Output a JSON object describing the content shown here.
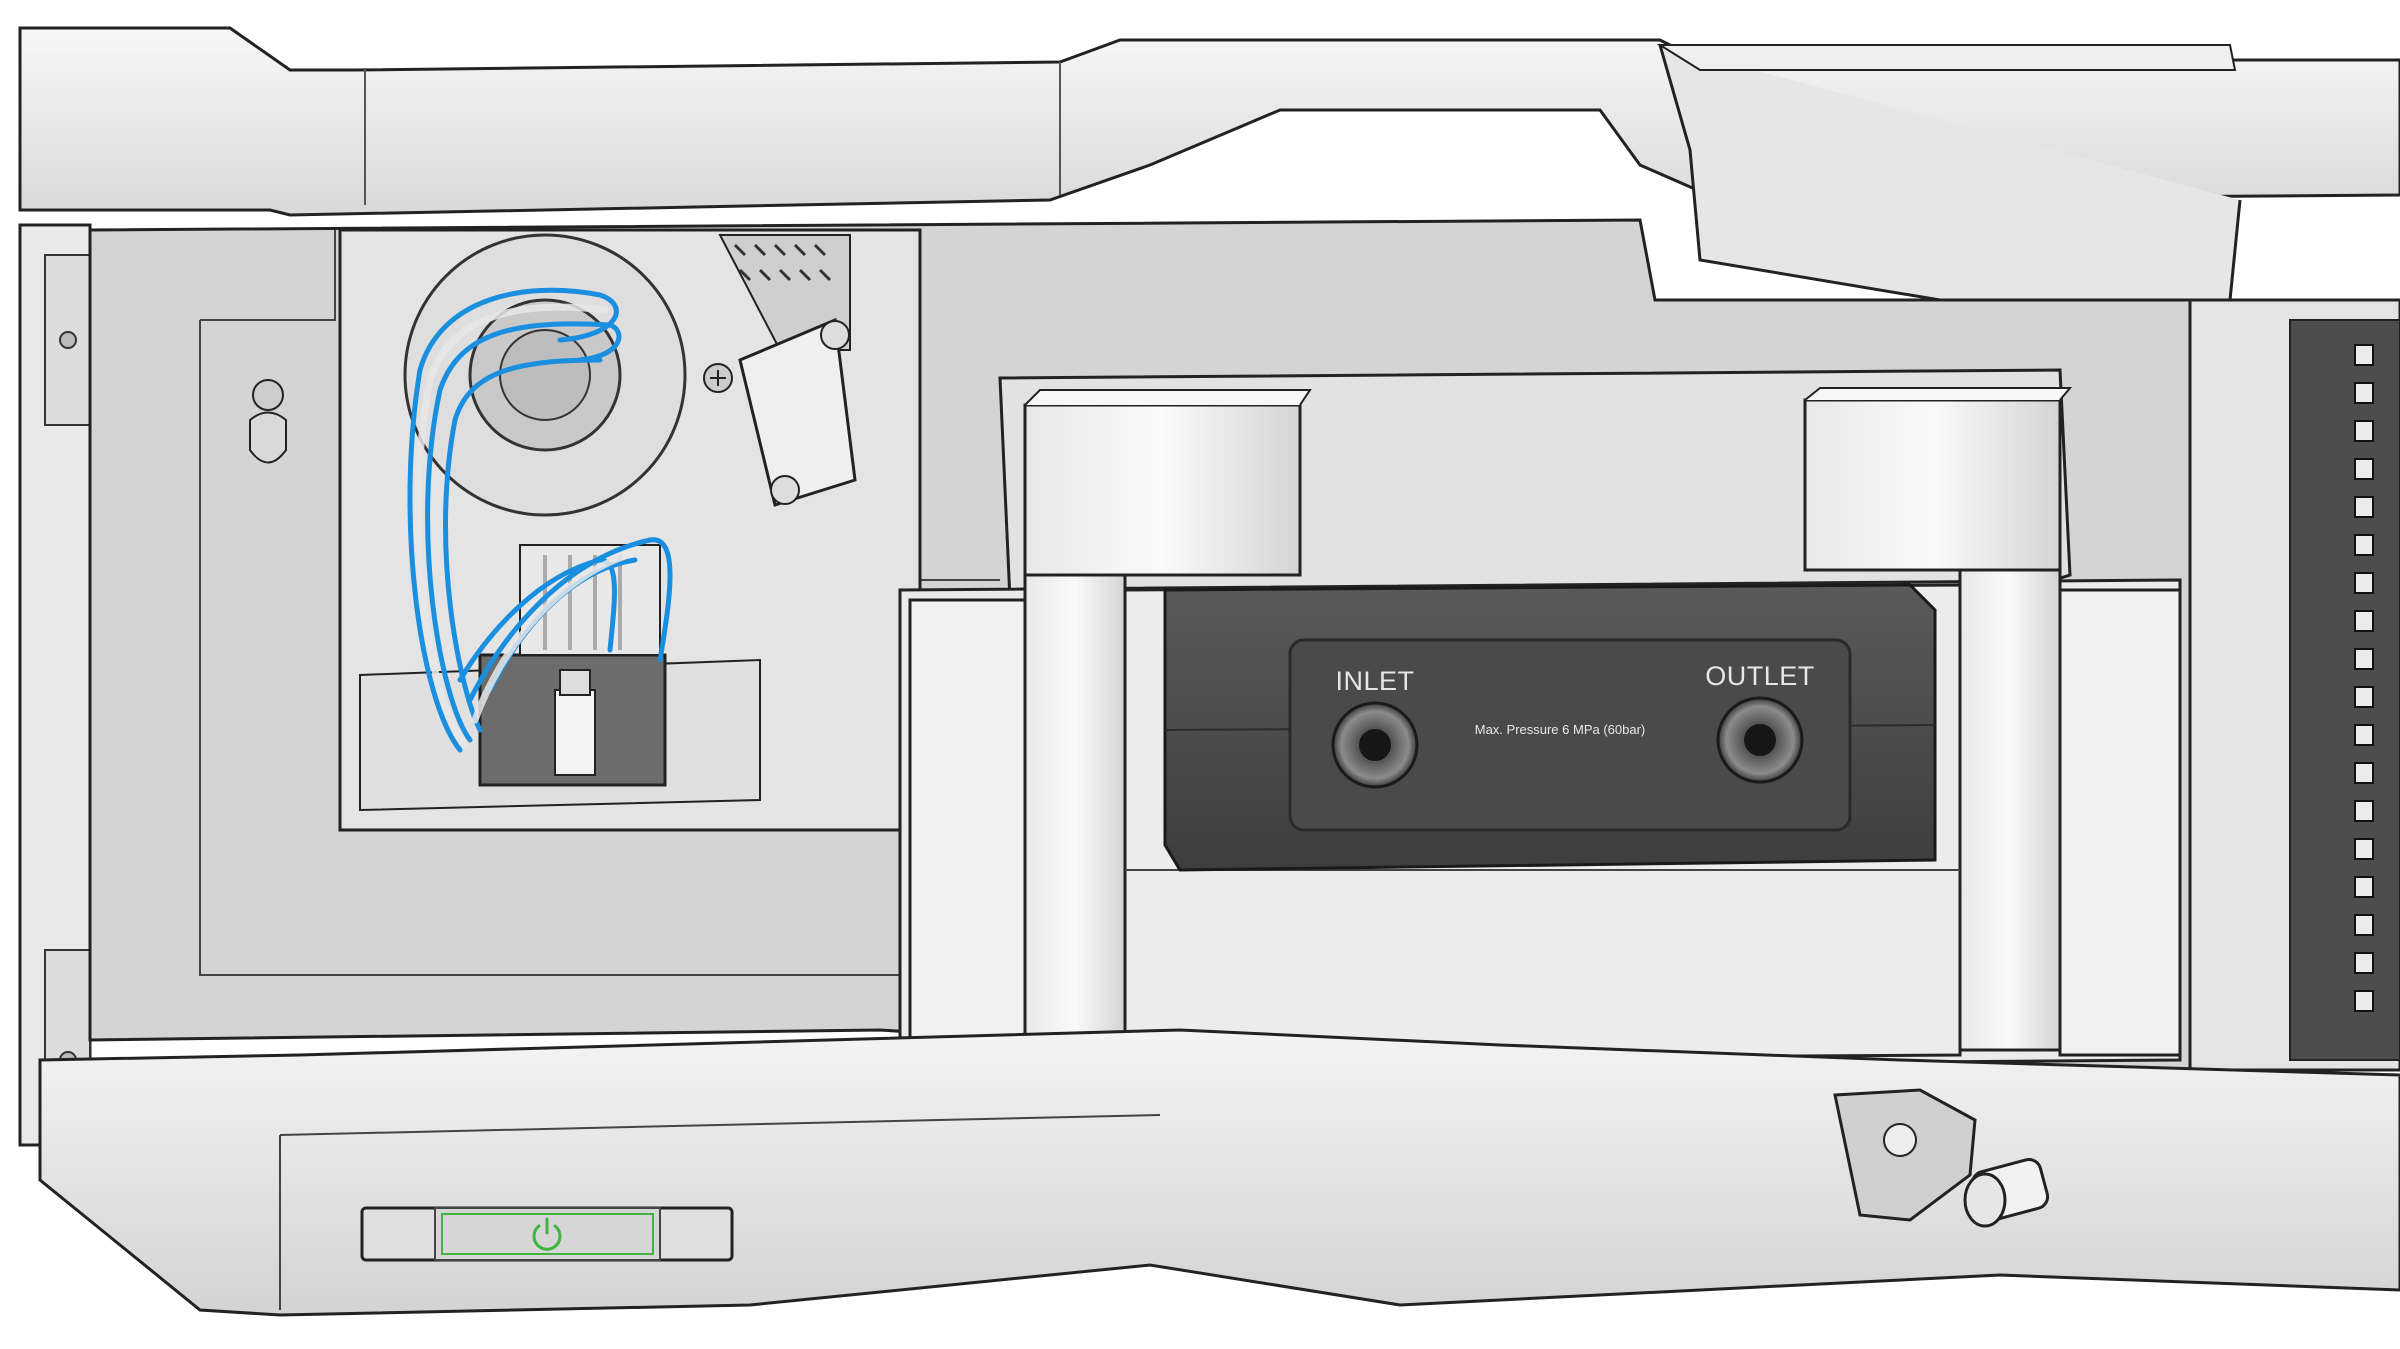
{
  "module": {
    "inlet_label": "INLET",
    "outlet_label": "OUTLET",
    "pressure_text": "Max. Pressure 6 MPa (60bar)"
  },
  "power_button": {
    "icon": "power-icon",
    "indicator_color": "#3fb43f"
  },
  "colors": {
    "tubing_highlight": "#1a8fe0",
    "body_light": "#f2f2f2",
    "body_mid": "#cfcfcf",
    "cavity": "#d6d6d6",
    "module_dark": "#4d4d4d",
    "outline": "#222222"
  }
}
